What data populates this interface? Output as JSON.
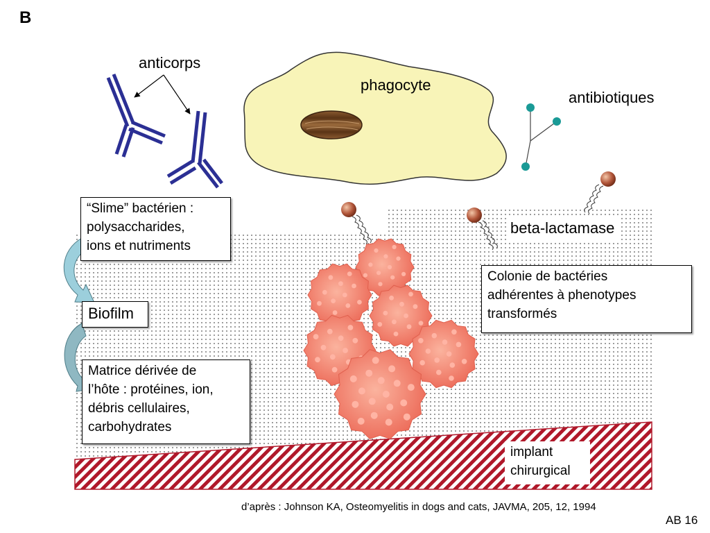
{
  "slide_letter": "B",
  "labels": {
    "anticorps": "anticorps",
    "phagocyte": "phagocyte",
    "antibiotiques": "antibiotiques",
    "beta_lactamase": "beta-lactamase",
    "biofilm": "Biofilm"
  },
  "boxes": {
    "slime": [
      "“Slime” bactérien :",
      "polysaccharides,",
      "ions et nutriments"
    ],
    "colonie": [
      "Colonie de bactéries",
      "adhérentes à phenotypes",
      "transformés"
    ],
    "matrice": [
      "Matrice dérivée de",
      "l’hôte : protéines, ion,",
      "débris cellulaires,",
      "carbohydrates"
    ],
    "implant": [
      "implant",
      "chirurgical"
    ]
  },
  "footer": {
    "citation": "d’après : Johnson KA, Osteomyelitis in dogs and cats, JAVMA, 205, 12, 1994",
    "page_ref": "AB 16"
  },
  "colors": {
    "antibody": "#2b2f94",
    "phagocyte_fill": "#f8f4b8",
    "nucleus": "#7a4a22",
    "antibiotic_dot": "#1a9a96",
    "bacteria": "#f07a68",
    "bacteria_dot": "#ffb4a4",
    "implant_hatch": "#b0182a",
    "arrow_fill": "#9ccfdc"
  }
}
